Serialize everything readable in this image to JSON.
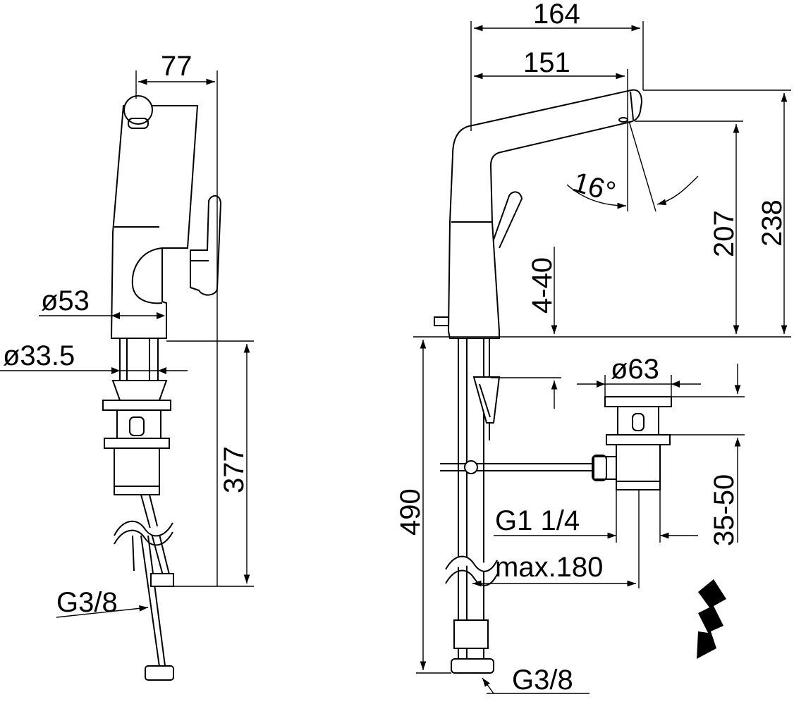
{
  "left_view": {
    "width_top": "77",
    "body_diameter": "ø53",
    "inlet_diameter": "ø33.5",
    "height": "377",
    "connection": "G3/8"
  },
  "right_view": {
    "reach_total": "164",
    "reach_outlet": "151",
    "spout_angle": "16°",
    "outlet_height": "207",
    "total_height": "238",
    "deck_thickness": "4-40",
    "waste_diameter": "ø63",
    "waste_range": "35-50",
    "waste_thread": "G1 1/4",
    "rod_length": "max.180",
    "hose_length": "490",
    "connection": "G3/8"
  },
  "colors": {
    "line": "#000000",
    "background": "#ffffff"
  },
  "icons": [
    "lightning-arrow-icon"
  ]
}
